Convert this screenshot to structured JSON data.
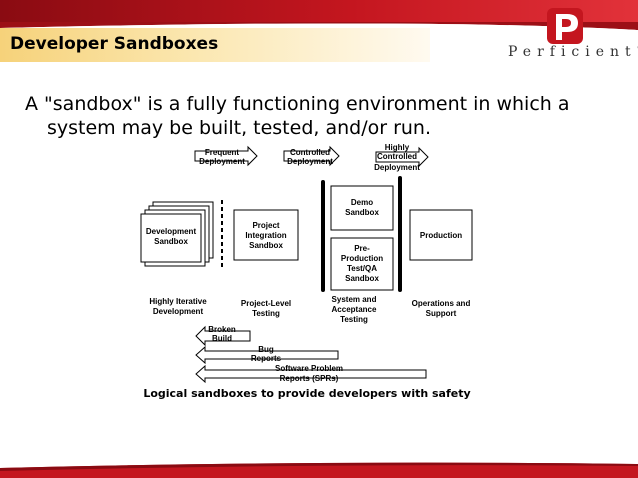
{
  "header": {
    "title": "Developer Sandboxes",
    "logo_text": "Perficient",
    "logo_tm": "®"
  },
  "body": {
    "line1": "A \"sandbox\" is a fully functioning environment in which a",
    "line2": "system may be built, tested, and/or run."
  },
  "diagram": {
    "top_arrows": {
      "frequent_1": "Frequent",
      "frequent_2": "Deployment",
      "controlled_1": "Controlled",
      "controlled_2": "Deployment",
      "highly_1": "Highly",
      "highly_2": "Controlled",
      "highly_3": "Deployment"
    },
    "boxes": {
      "development_1": "Development",
      "development_2": "Sandbox",
      "project_1": "Project",
      "project_2": "Integration",
      "project_3": "Sandbox",
      "demo_1": "Demo",
      "demo_2": "Sandbox",
      "preprod_1": "Pre-",
      "preprod_2": "Production",
      "preprod_3": "Test/QA",
      "preprod_4": "Sandbox",
      "production": "Production"
    },
    "labels": {
      "iterative_1": "Highly Iterative",
      "iterative_2": "Development",
      "project_level_1": "Project-Level",
      "project_level_2": "Testing",
      "system_1": "System and",
      "system_2": "Acceptance",
      "system_3": "Testing",
      "operations_1": "Operations and",
      "operations_2": "Support"
    },
    "feedback": {
      "broken_1": "Broken",
      "broken_2": "Build",
      "bug_1": "Bug",
      "bug_2": "Reports",
      "spr_1": "Software Problem",
      "spr_2": "Reports (SPRs)"
    },
    "caption": "Logical sandboxes to provide developers with safety"
  },
  "colors": {
    "brand_red": "#c4161f",
    "title_band": "#f6d27a"
  }
}
